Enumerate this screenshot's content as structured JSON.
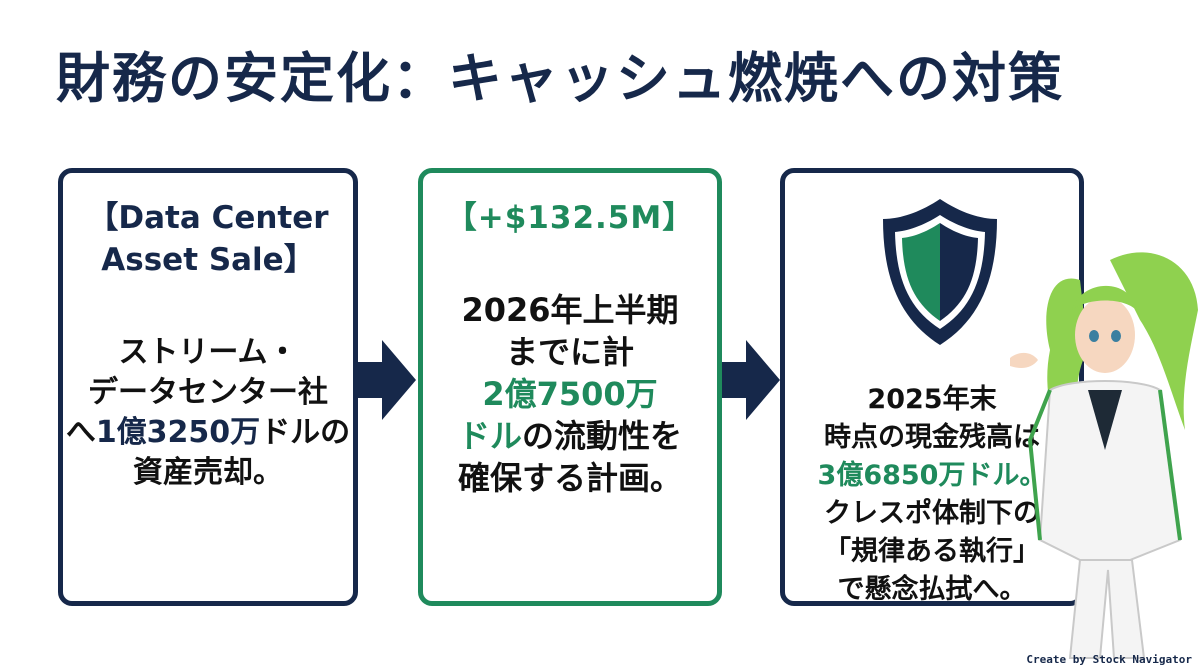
{
  "title": "財務の安定化：キャッシュ燃焼への対策",
  "cards": [
    {
      "heading": "【Data Center Asset Sale】",
      "heading_line1": "【Data Center",
      "heading_line2": "Asset Sale】",
      "body_lines": [
        "ストリーム・",
        "データセンター社",
        "へ",
        "1億3250万",
        "ドルの",
        "資産売却。"
      ]
    },
    {
      "heading": "【+$132.5M】",
      "body_lines": [
        "2026年上半期",
        "までに計",
        "2億7500万",
        "ドル",
        "の流動性を",
        "確保する計画。"
      ]
    },
    {
      "body_lines": [
        "2025年末",
        "時点の現金残高は",
        "3億6850万ドル。",
        "クレスポ体制下の",
        "「規律ある執行」",
        "で懸念払拭へ。"
      ]
    }
  ],
  "icons": {
    "arrow": "right-arrow-icon",
    "shield": "shield-icon"
  },
  "colors": {
    "navy": "#16284a",
    "green": "#1f8a5c"
  },
  "credit": "Create by Stock Navigator"
}
